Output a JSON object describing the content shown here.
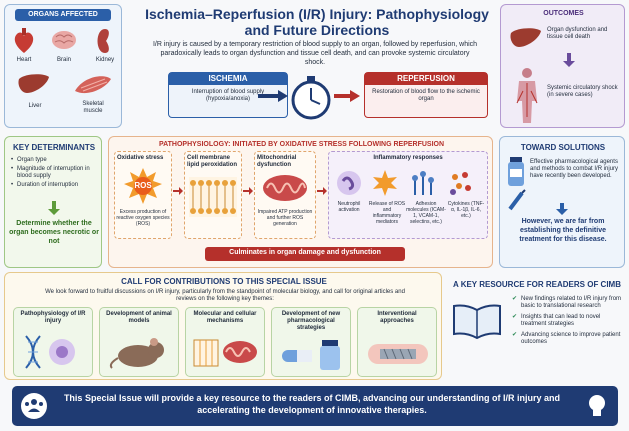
{
  "title": "Ischemia–Reperfusion (I/R) Injury: Pathophysiology and Future Directions",
  "intro": "I/R injury is caused by a temporary restriction of blood supply to an organ, followed by reperfusion, which paradoxically leads to organ dysfunction and tissue cell death, and can provoke systemic circulatory shock.",
  "organs": {
    "title": "ORGANS AFFECTED",
    "items": [
      "Heart",
      "Brain",
      "Kidney",
      "Liver",
      "Skeletal muscle"
    ]
  },
  "ischemia": {
    "label": "ISCHEMIA",
    "desc": "Interruption of blood supply (hypoxia/anoxia)"
  },
  "reperfusion": {
    "label": "REPERFUSION",
    "desc": "Restoration of blood flow to the ischemic organ"
  },
  "outcomes": {
    "title": "OUTCOMES",
    "item1": "Organ dysfunction and tissue cell death",
    "item2": "Systemic circulatory shock (in severe cases)"
  },
  "determinants": {
    "title": "KEY DETERMINANTS",
    "items": [
      "Organ type",
      "Magnitude of interruption in blood supply",
      "Duration of interruption"
    ],
    "question": "Determine whether the organ becomes necrotic or not"
  },
  "patho": {
    "title": "PATHOPHYSIOLOGY: INITIATED BY OXIDATIVE STRESS FOLLOWING REPERFUSION",
    "oxidative": {
      "title": "Oxidative stress",
      "badge": "ROS",
      "caption": "Excess production of reactive oxygen species (ROS)"
    },
    "membrane": {
      "title": "Cell membrane lipid peroxidation"
    },
    "mito": {
      "title": "Mitochondrial dysfunction",
      "caption": "Impaired ATP production and further ROS generation"
    },
    "inflam": {
      "title": "Inflammatory responses",
      "items": [
        "Neutrophil activation",
        "Release of ROS and inflammatory mediators",
        "Adhesion molecules (ICAM-1, VCAM-1, selectins, etc.)",
        "Cytokines (TNF-α, IL-1β, IL-6, etc.)"
      ]
    },
    "culminates": "Culminates in organ damage and dysfunction"
  },
  "solutions": {
    "title": "TOWARD SOLUTIONS",
    "text": "Effective pharmacological agents and methods to combat I/R injury have recently been developed.",
    "however": "However, we are far from establishing the definitive treatment for this disease."
  },
  "call": {
    "title": "CALL FOR CONTRIBUTIONS TO THIS SPECIAL ISSUE",
    "text": "We look forward to fruitful discussions on I/R injury, particularly from the standpoint of molecular biology, and call for original articles and reviews on the following key themes:",
    "themes": [
      "Pathophysiology of I/R injury",
      "Development of animal models",
      "Molecular and cellular mechanisms",
      "Development of new pharmacological strategies",
      "Interventional approaches"
    ]
  },
  "resource": {
    "title": "A KEY RESOURCE FOR READERS OF CIMB",
    "items": [
      "New findings related to I/R injury from basic to translational research",
      "Insights that can lead to novel treatment strategies",
      "Advancing science to improve patient outcomes"
    ]
  },
  "banner": "This Special Issue will provide a key resource to the readers of CIMB, advancing our understanding of I/R injury and accelerating the development of innovative therapies.",
  "colors": {
    "navy": "#1f3b73",
    "red": "#b5302b",
    "green": "#5d9b3a",
    "blue": "#2b5fa8",
    "orange": "#e07b22"
  }
}
